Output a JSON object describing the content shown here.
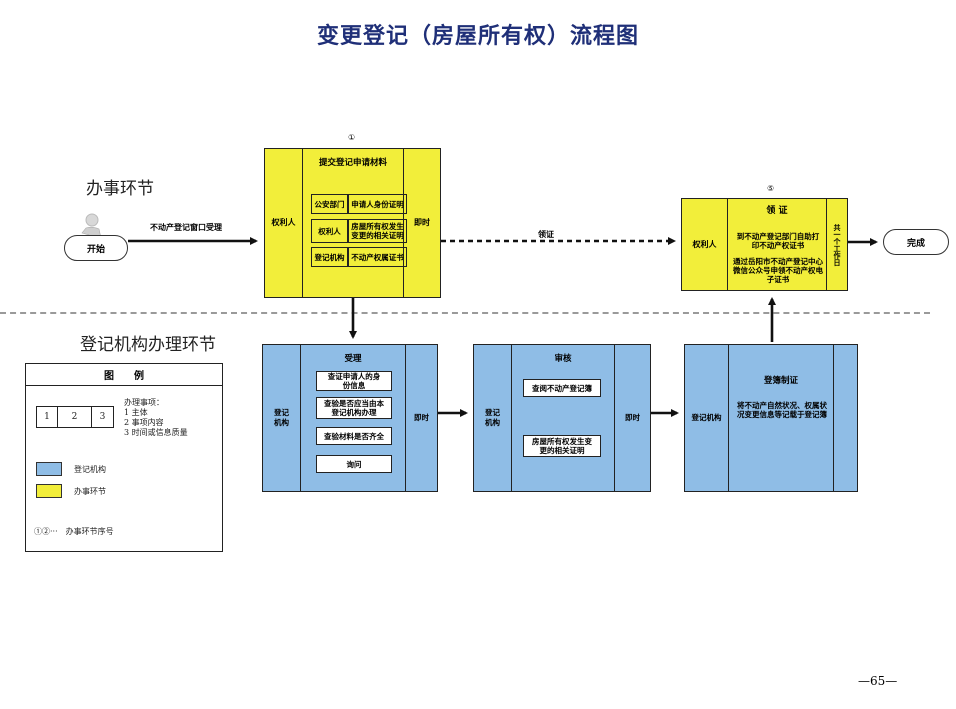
{
  "title": "变更登记（房屋所有权）流程图",
  "sections": {
    "handling": "办事环节",
    "agency": "登记机构办理环节"
  },
  "start_label": "开始",
  "end_label": "完成",
  "arrow_labels": {
    "window": "不动产登记窗口受理",
    "collect": "领证"
  },
  "step1": {
    "number": "①",
    "left": "权利人",
    "title": "提交登记申请材料",
    "rows": [
      {
        "a": "公安部门",
        "b": "申请人身份证明"
      },
      {
        "a": "权利人",
        "b": "房屋所有权发生变更的相关证明"
      },
      {
        "a": "登记机构",
        "b": "不动产权属证书"
      }
    ],
    "right": "即时"
  },
  "step2": {
    "left": "登记机构",
    "title": "受理",
    "items": [
      "查证申请人的身份信息",
      "查验是否应当由本登记机构办理",
      "查验材料是否齐全",
      "询问"
    ],
    "right": "即时"
  },
  "step3": {
    "left": "登记机构",
    "title": "审核",
    "items": [
      "查阅不动产登记簿",
      "房屋所有权发生变更的相关证明"
    ],
    "right": "即时"
  },
  "step4": {
    "left": "登记机构",
    "title": "登簿制证",
    "body": "将不动产自然状况、权属状况变更信息等记载于登记簿"
  },
  "step5": {
    "number": "⑤",
    "left": "权利人",
    "title": "领 证",
    "body1": "到不动产登记部门自助打印不动产权证书",
    "body2": "通过岳阳市不动产登记中心微信公众号申领不动产权电子证书",
    "right": "共一个工作日"
  },
  "legend": {
    "title": "图　　例",
    "boxes": [
      "1",
      "2",
      "3"
    ],
    "items_title": "办理事项：",
    "items": [
      "1 主体",
      "2 事项内容",
      "3 时间或信息质量"
    ],
    "agency": "登记机构",
    "handling": "办事环节",
    "numbering": "①②···　办事环节序号"
  },
  "page_number": "—65—",
  "colors": {
    "yellow": "#f2ee3a",
    "blue": "#8fbde6",
    "title": "#1f2f78"
  }
}
